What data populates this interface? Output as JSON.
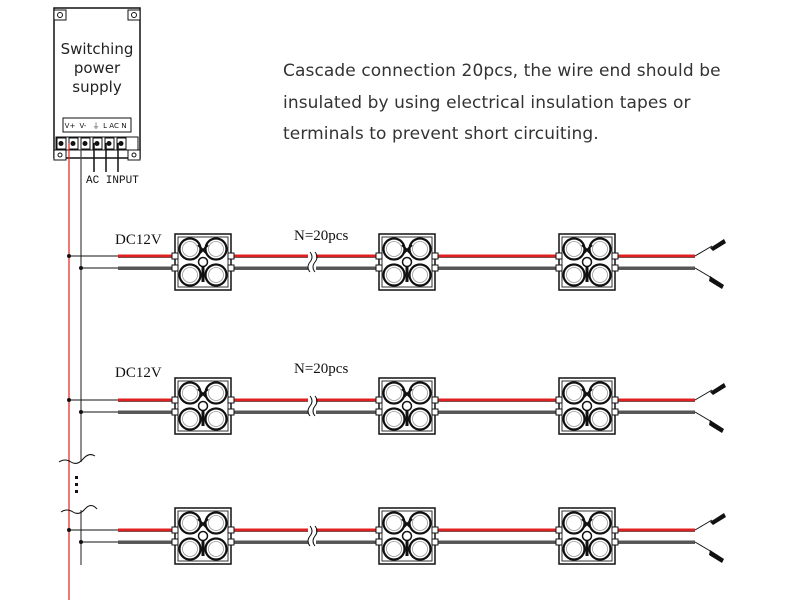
{
  "power_supply": {
    "label_lines": [
      "Switching",
      "power",
      "supply"
    ],
    "terminals": [
      "V+",
      "V-",
      "⏚",
      "L AC",
      "N"
    ],
    "ac_input_label": "AC INPUT"
  },
  "note": {
    "lines": [
      "Cascade connection 20pcs, the wire end should be",
      "insulated by using electrical insulation tapes or",
      "terminals to prevent short circuiting."
    ]
  },
  "rows": [
    {
      "voltage_label": "DC12V",
      "count_label": "N=20pcs",
      "modules": 3
    },
    {
      "voltage_label": "DC12V",
      "count_label": "N=20pcs",
      "modules": 3
    },
    {
      "voltage_label": "",
      "count_label": "",
      "modules": 3
    }
  ],
  "colors": {
    "positive_wire": "#e02020",
    "negative_wire": "#555555",
    "line": "#111111"
  }
}
